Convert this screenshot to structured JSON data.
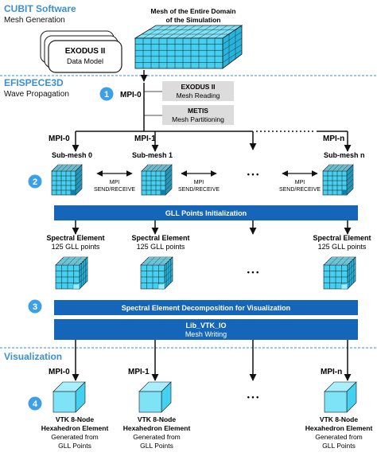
{
  "sections": {
    "cubit": {
      "title": "CUBIT Software",
      "subtitle": "Mesh Generation"
    },
    "efispec": {
      "title": "EFISPECE3D",
      "subtitle": "Wave Propagation"
    },
    "viz": {
      "title": "Visualization"
    }
  },
  "exodus_model": {
    "line1": "EXODUS II",
    "line2": "Data Model"
  },
  "mesh_domain": {
    "line1": "Mesh of the Entire Domain",
    "line2": "of the Simulation"
  },
  "steps": {
    "one": "1",
    "two": "2",
    "three": "3",
    "four": "4"
  },
  "mpi0_main": "MPI-0",
  "mesh_reading": {
    "title": "EXODUS II",
    "subtitle": "Mesh Reading"
  },
  "metis": {
    "title": "METIS",
    "subtitle": "Mesh Partitioning"
  },
  "mpi_labels": {
    "a": "MPI-0",
    "b": "MPI-1",
    "n": "MPI-n"
  },
  "ellipsis": "• • •",
  "submesh": {
    "a": "Sub-mesh 0",
    "b": "Sub-mesh 1",
    "n": "Sub-mesh n"
  },
  "send_receive": {
    "line1": "MPI",
    "line2": "SEND/RECEIVE"
  },
  "gll_init": "GLL Points Initialization",
  "spectral": {
    "title": "Spectral Element",
    "subtitle": "125 GLL points"
  },
  "decomp": "Spectral Element Decomposition for Visualization",
  "lib_vtk": {
    "title": "Lib_VTK_IO",
    "subtitle": "Mesh Writing"
  },
  "vtk": {
    "line1": "VTK 8-Node",
    "line2": "Hexahedron Element",
    "line3": "Generated from",
    "line4": "GLL Points"
  },
  "colors": {
    "section_blue": "#3b8fd6",
    "bar_blue": "#1565b8",
    "step_circle": "#3ba0e6",
    "gray_box": "#dcdcdc",
    "mesh_cyan": "#44d0f0"
  }
}
